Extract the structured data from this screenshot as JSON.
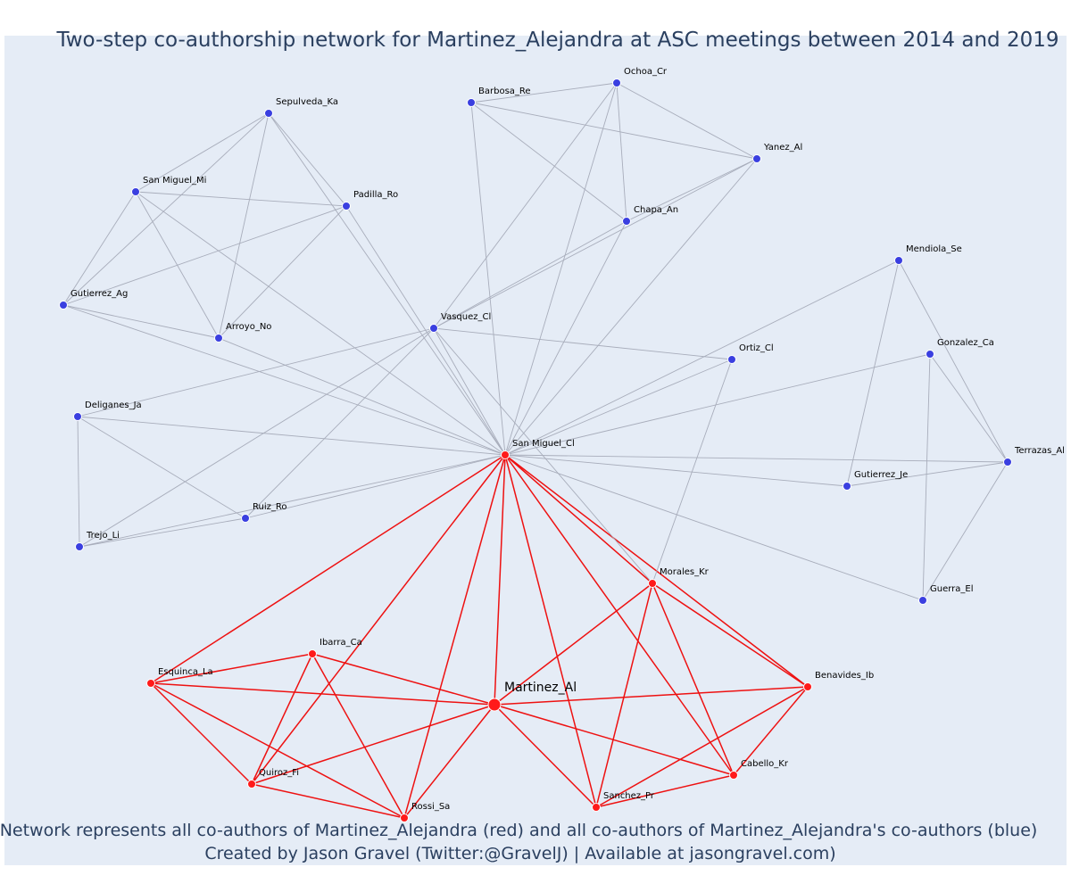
{
  "title": "Two-step co-authorship network for Martinez_Alejandra at ASC meetings between 2014 and 2019",
  "caption": {
    "line1": "Network represents all co-authors of Martinez_Alejandra (red) and all co-authors of Martinez_Alejandra's co-authors (blue)",
    "line2": "Created by Jason Gravel (Twitter:@GravelJ) | Available at jasongravel.com)"
  },
  "colors": {
    "red": "#ff1a1a",
    "blue": "#3a3fe0",
    "edge_red": "#ee1111",
    "edge_gray": "#a8adbb",
    "background": "#e5ecf6",
    "text": "#2a3f5f"
  },
  "network": {
    "nodes": [
      {
        "id": "Martinez_Al",
        "group": "focal"
      },
      {
        "id": "San Miguel_Cl",
        "group": "red"
      },
      {
        "id": "Morales_Kr",
        "group": "red"
      },
      {
        "id": "Ibarra_Ca",
        "group": "red"
      },
      {
        "id": "Esquinca_La",
        "group": "red"
      },
      {
        "id": "Quiroz_Fi",
        "group": "red"
      },
      {
        "id": "Rossi_Sa",
        "group": "red"
      },
      {
        "id": "Sanchez_Pr",
        "group": "red"
      },
      {
        "id": "Cabello_Kr",
        "group": "red"
      },
      {
        "id": "Benavides_Ib",
        "group": "red"
      },
      {
        "id": "Ochoa_Cr",
        "group": "blue"
      },
      {
        "id": "Barbosa_Re",
        "group": "blue"
      },
      {
        "id": "Yanez_Al",
        "group": "blue"
      },
      {
        "id": "Chapa_An",
        "group": "blue"
      },
      {
        "id": "Sepulveda_Ka",
        "group": "blue"
      },
      {
        "id": "San Miguel_Mi",
        "group": "blue"
      },
      {
        "id": "Padilla_Ro",
        "group": "blue"
      },
      {
        "id": "Gutierrez_Ag",
        "group": "blue"
      },
      {
        "id": "Arroyo_No",
        "group": "blue"
      },
      {
        "id": "Vasquez_Cl",
        "group": "blue"
      },
      {
        "id": "Mendiola_Se",
        "group": "blue"
      },
      {
        "id": "Gonzalez_Ca",
        "group": "blue"
      },
      {
        "id": "Ortiz_Cl",
        "group": "blue"
      },
      {
        "id": "Deliganes_Ja",
        "group": "blue"
      },
      {
        "id": "Terrazas_Al",
        "group": "blue"
      },
      {
        "id": "Gutierrez_Je",
        "group": "blue"
      },
      {
        "id": "Ruiz_Ro",
        "group": "blue"
      },
      {
        "id": "Trejo_Li",
        "group": "blue"
      },
      {
        "id": "Guerra_El",
        "group": "blue"
      }
    ],
    "edges": [
      [
        "Martinez_Al",
        "San Miguel_Cl"
      ],
      [
        "Martinez_Al",
        "Morales_Kr"
      ],
      [
        "Martinez_Al",
        "Ibarra_Ca"
      ],
      [
        "Martinez_Al",
        "Esquinca_La"
      ],
      [
        "Martinez_Al",
        "Quiroz_Fi"
      ],
      [
        "Martinez_Al",
        "Rossi_Sa"
      ],
      [
        "Martinez_Al",
        "Sanchez_Pr"
      ],
      [
        "Martinez_Al",
        "Cabello_Kr"
      ],
      [
        "Martinez_Al",
        "Benavides_Ib"
      ],
      [
        "San Miguel_Cl",
        "Morales_Kr"
      ],
      [
        "San Miguel_Cl",
        "Esquinca_La"
      ],
      [
        "San Miguel_Cl",
        "Quiroz_Fi"
      ],
      [
        "San Miguel_Cl",
        "Rossi_Sa"
      ],
      [
        "San Miguel_Cl",
        "Sanchez_Pr"
      ],
      [
        "San Miguel_Cl",
        "Cabello_Kr"
      ],
      [
        "San Miguel_Cl",
        "Benavides_Ib"
      ],
      [
        "Ibarra_Ca",
        "Esquinca_La"
      ],
      [
        "Ibarra_Ca",
        "Quiroz_Fi"
      ],
      [
        "Ibarra_Ca",
        "Rossi_Sa"
      ],
      [
        "Esquinca_La",
        "Quiroz_Fi"
      ],
      [
        "Esquinca_La",
        "Rossi_Sa"
      ],
      [
        "Quiroz_Fi",
        "Rossi_Sa"
      ],
      [
        "Morales_Kr",
        "Sanchez_Pr"
      ],
      [
        "Morales_Kr",
        "Cabello_Kr"
      ],
      [
        "Morales_Kr",
        "Benavides_Ib"
      ],
      [
        "Sanchez_Pr",
        "Cabello_Kr"
      ],
      [
        "Sanchez_Pr",
        "Benavides_Ib"
      ],
      [
        "Cabello_Kr",
        "Benavides_Ib"
      ],
      [
        "San Miguel_Cl",
        "Vasquez_Cl"
      ],
      [
        "San Miguel_Cl",
        "Barbosa_Re"
      ],
      [
        "San Miguel_Cl",
        "Ochoa_Cr"
      ],
      [
        "San Miguel_Cl",
        "Yanez_Al"
      ],
      [
        "San Miguel_Cl",
        "Chapa_An"
      ],
      [
        "San Miguel_Cl",
        "Sepulveda_Ka"
      ],
      [
        "San Miguel_Cl",
        "Padilla_Ro"
      ],
      [
        "San Miguel_Cl",
        "San Miguel_Mi"
      ],
      [
        "San Miguel_Cl",
        "Gutierrez_Ag"
      ],
      [
        "San Miguel_Cl",
        "Arroyo_No"
      ],
      [
        "San Miguel_Cl",
        "Deliganes_Ja"
      ],
      [
        "San Miguel_Cl",
        "Ruiz_Ro"
      ],
      [
        "San Miguel_Cl",
        "Trejo_Li"
      ],
      [
        "San Miguel_Cl",
        "Ortiz_Cl"
      ],
      [
        "San Miguel_Cl",
        "Mendiola_Se"
      ],
      [
        "San Miguel_Cl",
        "Gonzalez_Ca"
      ],
      [
        "San Miguel_Cl",
        "Terrazas_Al"
      ],
      [
        "San Miguel_Cl",
        "Gutierrez_Je"
      ],
      [
        "San Miguel_Cl",
        "Guerra_El"
      ],
      [
        "Barbosa_Re",
        "Ochoa_Cr"
      ],
      [
        "Barbosa_Re",
        "Yanez_Al"
      ],
      [
        "Barbosa_Re",
        "Chapa_An"
      ],
      [
        "Ochoa_Cr",
        "Yanez_Al"
      ],
      [
        "Ochoa_Cr",
        "Chapa_An"
      ],
      [
        "Ochoa_Cr",
        "Vasquez_Cl"
      ],
      [
        "Yanez_Al",
        "Vasquez_Cl"
      ],
      [
        "Chapa_An",
        "Vasquez_Cl"
      ],
      [
        "Chapa_An",
        "Yanez_Al"
      ],
      [
        "Sepulveda_Ka",
        "San Miguel_Mi"
      ],
      [
        "Sepulveda_Ka",
        "Gutierrez_Ag"
      ],
      [
        "Sepulveda_Ka",
        "Arroyo_No"
      ],
      [
        "Sepulveda_Ka",
        "Padilla_Ro"
      ],
      [
        "San Miguel_Mi",
        "Padilla_Ro"
      ],
      [
        "San Miguel_Mi",
        "Gutierrez_Ag"
      ],
      [
        "San Miguel_Mi",
        "Arroyo_No"
      ],
      [
        "Padilla_Ro",
        "Gutierrez_Ag"
      ],
      [
        "Padilla_Ro",
        "Arroyo_No"
      ],
      [
        "Gutierrez_Ag",
        "Arroyo_No"
      ],
      [
        "Vasquez_Cl",
        "Ortiz_Cl"
      ],
      [
        "Vasquez_Cl",
        "Deliganes_Ja"
      ],
      [
        "Vasquez_Cl",
        "Ruiz_Ro"
      ],
      [
        "Vasquez_Cl",
        "Trejo_Li"
      ],
      [
        "Vasquez_Cl",
        "Morales_Kr"
      ],
      [
        "Ortiz_Cl",
        "Morales_Kr"
      ],
      [
        "Deliganes_Ja",
        "Trejo_Li"
      ],
      [
        "Deliganes_Ja",
        "Ruiz_Ro"
      ],
      [
        "Ruiz_Ro",
        "Trejo_Li"
      ],
      [
        "Mendiola_Se",
        "Gutierrez_Je"
      ],
      [
        "Mendiola_Se",
        "Terrazas_Al"
      ],
      [
        "Gonzalez_Ca",
        "Terrazas_Al"
      ],
      [
        "Gonzalez_Ca",
        "Guerra_El"
      ],
      [
        "Terrazas_Al",
        "Guerra_El"
      ],
      [
        "Terrazas_Al",
        "Gutierrez_Je"
      ]
    ]
  }
}
